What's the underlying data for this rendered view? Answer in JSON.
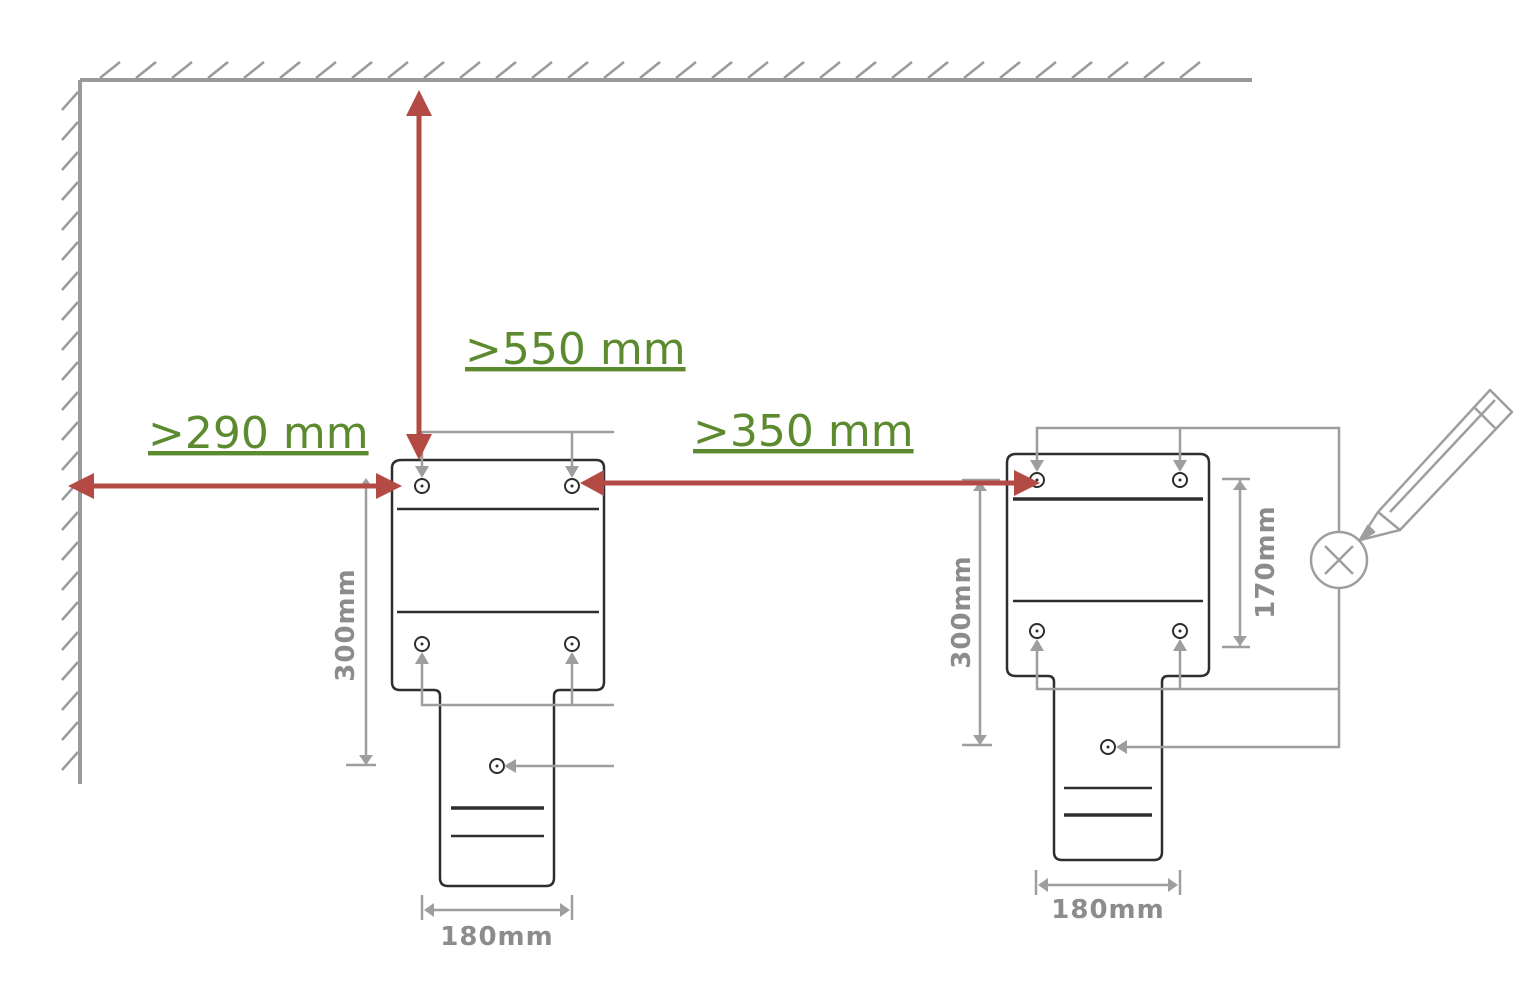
{
  "clearances": {
    "top": ">550 mm",
    "left": ">290 mm",
    "between": ">350 mm"
  },
  "left_plate": {
    "height_label": "300mm",
    "width_label": "180mm"
  },
  "right_plate": {
    "height_label": "300mm",
    "hole_spacing_label": "170mm",
    "width_label": "180mm"
  },
  "icons": {
    "pencil": "pencil-icon",
    "drill_mark": "cross-circle-icon"
  },
  "colors": {
    "clearance_arrow": "#b44a44",
    "clearance_text": "#5c8a2e",
    "dimension_grey": "#8c8c8c",
    "outline": "#2e2e2e"
  }
}
